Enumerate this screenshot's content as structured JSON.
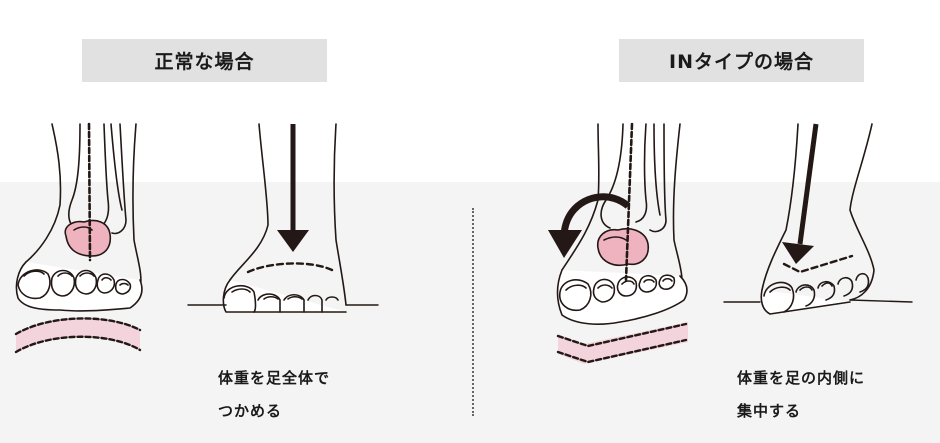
{
  "panels": [
    {
      "title": "正常な場合",
      "caption_line1": "体重を足全体で",
      "caption_line2": "つかめる"
    },
    {
      "title": "INタイプの場合",
      "caption_line1": "体重を足の内側に",
      "caption_line2": "集中する"
    }
  ],
  "colors": {
    "background_band": "#f4f4f4",
    "title_box": "#e1e1e1",
    "highlight_pink": "#efb3c0",
    "arch_pink": "#f3d4dc",
    "ink": "#231815"
  }
}
